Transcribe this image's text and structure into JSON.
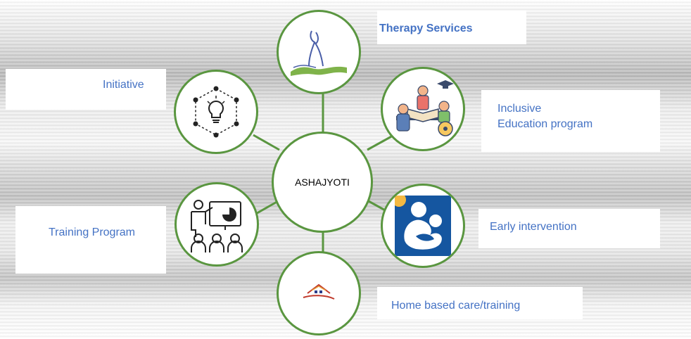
{
  "center": {
    "label": "ASHAJYOTI"
  },
  "nodes": {
    "therapy": {
      "label": "Therapy Services",
      "icon": "meditation-figure-icon"
    },
    "initiative": {
      "label": "Initiative",
      "icon": "lightbulb-network-icon"
    },
    "education": {
      "label_line1": "Inclusive",
      "label_line2": "Education program",
      "icon": "inclusive-classroom-icon"
    },
    "training": {
      "label": "Training Program",
      "icon": "presentation-teacher-icon"
    },
    "early": {
      "label": "Early intervention",
      "icon": "parent-child-icon"
    },
    "home": {
      "label": "Home based care/training",
      "icon": "house-icon"
    }
  },
  "colors": {
    "node_border": "#5a9640",
    "label_text": "#4472c4",
    "early_bg": "#1556a0"
  }
}
